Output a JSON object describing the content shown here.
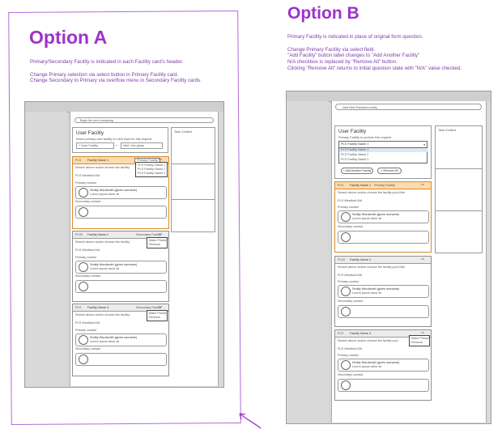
{
  "optionA": {
    "title": "Option A",
    "notes": [
      "Primary/Secondary Facility is indicated in each Facility card's header.",
      "",
      "Change Primary selection via select button in Primary Facility card.",
      "Change Secondary to Primary via overflow menu in Secondary Facility cards."
    ],
    "search": "Begin the next comparing",
    "panel_title": "User Facility",
    "panel_hint": "Select primary user facility on next input for this request",
    "field1": "+ User Facility",
    "field2": "Visit / the grass",
    "side_label": "Task Context",
    "cards": [
      {
        "tag": "PLS",
        "name": "Facility Name 1",
        "select": "Primary Facility",
        "menu": [
          "PLS Facility Name 1",
          "PLS Facility Name 2",
          "PLS Facility Name 3"
        ],
        "desc": "Search above and/or choose the facility you'd like to",
        "contact_label": "Primary contact",
        "contact_name": "Smitty Wordsmith (given surname)",
        "contact_sub": "Lorem ipsum dolor sit",
        "secondary": "Secondary contact"
      },
      {
        "tag": "PLS2",
        "name": "Facility Name 2",
        "badge": "Secondary Facility",
        "menu": [
          "Make Primary",
          "Remove"
        ],
        "desc": "Search above and/or choose the facility you'd like",
        "contact_label": "Primary contact",
        "contact_name": "Smitty Wordsmith (given surname)",
        "contact_sub": "Lorem ipsum dolor sit",
        "secondary": "Secondary contact"
      },
      {
        "tag": "PLS",
        "name": "Facility Name 3",
        "badge": "Secondary Facility",
        "menu": [
          "Make Primary",
          "Remove"
        ],
        "desc": "Search above and/or choose the facility you'd like",
        "contact_label": "Primary contact",
        "contact_name": "Smitty Wordsmith (given surname)",
        "contact_sub": "Lorem ipsum dolor sit",
        "secondary": "Secondary contact"
      }
    ]
  },
  "optionB": {
    "title": "Option B",
    "notes": [
      "Primary Facility is indicated in place of original form question.",
      "",
      "Change Primary Facility via select field.",
      "\"Add Facility\" button label changes to \"Add Another Facility\"",
      "N/A checkbox is replaced by \"Remove All\" button.",
      "Clicking \"Remove All\" returns to initial question state with \"N/A\" value checked."
    ],
    "search": "Next Best Practices mostly",
    "panel_title": "User Facility",
    "panel_hint": "Primary Facility to perform this request",
    "select_value": "PLS Facility Name 1",
    "options": [
      "PLS Facility Name 1",
      "PLS Facility Name 2",
      "PLS Facility Name 3"
    ],
    "add_button": "+ Add Another Facility",
    "remove_button": "× Remove All",
    "side_label": "Task Context",
    "cards": [
      {
        "tag": "PLS",
        "name": "Facility Name 1",
        "badge": "Primary Facility",
        "desc": "Search above and/or choose the facility you'd like",
        "contact_label": "Primary contact",
        "contact_name": "Smitty Wordsmith (given surname)",
        "contact_sub": "Lorem ipsum dolor sit",
        "secondary": "Secondary contact"
      },
      {
        "tag": "PLS2",
        "name": "Facility Name 2",
        "desc": "Search above and/or choose the facility you'd like",
        "contact_label": "Primary contact",
        "contact_name": "Smitty Wordsmith (given surname)",
        "contact_sub": "Lorem ipsum dolor sit",
        "secondary": "Secondary contact"
      },
      {
        "tag": "PLS",
        "name": "Facility Name 3",
        "menu": [
          "Make Primary",
          "Remove"
        ],
        "desc": "Search above and/or choose the facility you'd like",
        "contact_label": "Primary contact",
        "contact_name": "Smitty Wordsmith (given surname)",
        "contact_sub": "Lorem ipsum dolor sit",
        "secondary": "Secondary contact"
      }
    ]
  },
  "colors": {
    "heading": "#9d33c9",
    "frame": "#b36ad6",
    "primary_header": "#fbdcae",
    "primary_border": "#d88b2b"
  }
}
